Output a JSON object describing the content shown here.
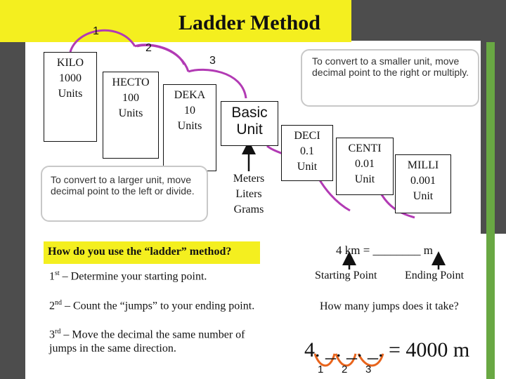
{
  "title": "Ladder Method",
  "jump_numbers": [
    "1",
    "2",
    "3"
  ],
  "steps": [
    {
      "id": "kilo",
      "name": "KILO",
      "value": "1000",
      "unit": "Units"
    },
    {
      "id": "hecto",
      "name": "HECTO",
      "value": "100",
      "unit": "Units"
    },
    {
      "id": "deka",
      "name": "DEKA",
      "value": "10",
      "unit": "Units"
    },
    {
      "id": "basic",
      "line1": "Basic",
      "line2": "Unit"
    },
    {
      "id": "deci",
      "name": "DECI",
      "value": "0.1",
      "unit": "Unit"
    },
    {
      "id": "centi",
      "name": "CENTI",
      "value": "0.01",
      "unit": "Unit"
    },
    {
      "id": "milli",
      "name": "MILLI",
      "value": "0.001",
      "unit": "Unit"
    }
  ],
  "base_units": [
    "Meters",
    "Liters",
    "Grams"
  ],
  "smaller_note": {
    "line1": "To convert to a smaller unit, move",
    "line2": "decimal  point to the right or multiply."
  },
  "larger_note": {
    "line1": "To convert to a larger unit, move",
    "line2": "decimal  point to the left or divide."
  },
  "question": "How do you use the “ladder” method?",
  "instructions": [
    {
      "ord": "1",
      "sup": "st",
      "text": " – Determine your starting point."
    },
    {
      "ord": "2",
      "sup": "nd",
      "text": " – Count the “jumps” to your ending point."
    },
    {
      "ord": "3",
      "sup": "rd",
      "text": " – Move the decimal the same number of",
      "text2": "jumps in the same direction."
    }
  ],
  "example": {
    "equation": "4 km = ________ m",
    "starting_label": "Starting Point",
    "ending_label": "Ending Point",
    "jumps_question": "How many jumps does it take?",
    "answer": "4. _. _. _. = 4000 m",
    "jump_labels": [
      "1",
      "2",
      "3"
    ]
  },
  "colors": {
    "title_bar": "#f4ef1f",
    "accent_purple": "#b23ab4",
    "orange": "#e8641c",
    "green_bar": "#69a843",
    "frame": "#4d4d4d"
  }
}
